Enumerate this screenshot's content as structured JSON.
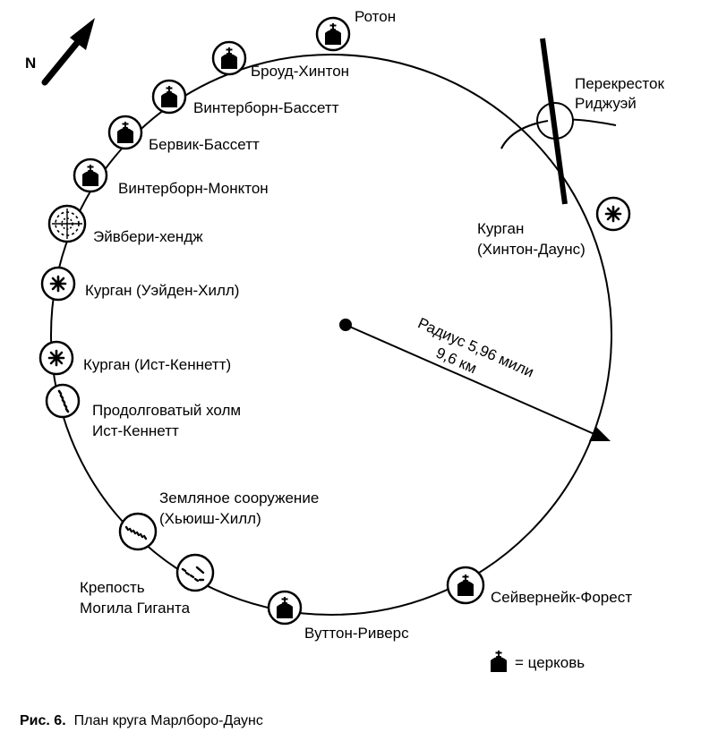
{
  "north_label": "N",
  "labels": {
    "roton": "Ротон",
    "broud_hinton": "Броуд-Хинтон",
    "winterborn_bassett": "Винтерборн-Бассетт",
    "berwick_bassett": "Бервик-Бассетт",
    "winterborn_monkton": "Винтерборн-Монктон",
    "avebury": "Эйвбери-хендж",
    "kurgan_wayden": "Курган (Уэйден-Хилл)",
    "kurgan_east_kennett": "Курган  (Ист-Кеннетт)",
    "long_barrow_1": "Продолговатый холм",
    "long_barrow_2": "Ист-Кеннетт",
    "earthwork_1": "Земляное сооружение",
    "earthwork_2": "(Хьюиш-Хилл)",
    "fortress_1": "Крепость",
    "fortress_2": "Могила Гиганта",
    "wootton_rivers": "Вуттон-Риверс",
    "savernake": "Сейвернейк-Форест",
    "kurgan_hinton_1": "Курган",
    "kurgan_hinton_2": "(Хинтон-Даунс)",
    "crossroads_1": "Перекресток",
    "crossroads_2": "Риджуэй",
    "radius_1": "Радиус 5,96 мили",
    "radius_2": "9,6 км"
  },
  "legend": {
    "text": "= церковь",
    "icon": "church-icon"
  },
  "caption": {
    "number": "Рис. 6.",
    "text": "План круга Марлборо-Даунс"
  }
}
